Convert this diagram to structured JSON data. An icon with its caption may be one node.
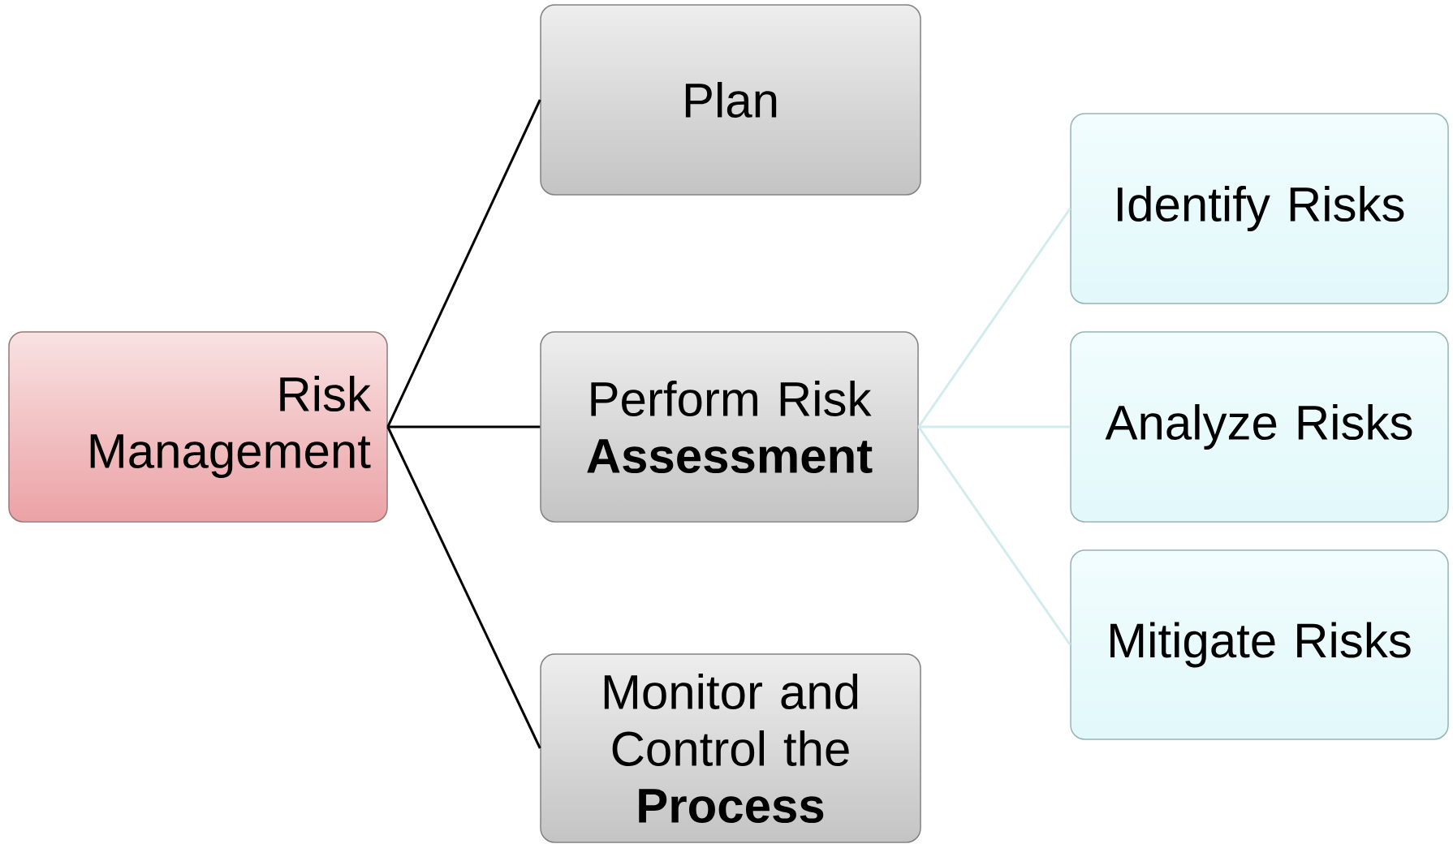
{
  "diagram": {
    "nodes": [
      {
        "text": [
          "Risk Management"
        ]
      },
      {
        "text": [
          "Plan"
        ]
      },
      {
        "text": [
          "Perform Risk **Assessment**"
        ]
      },
      {
        "text": [
          "Monitor and Control the **Process**"
        ]
      },
      {
        "text": [
          "Identify Risks"
        ]
      },
      {
        "text": [
          "Analyze Risks"
        ]
      },
      {
        "text": [
          "Mitigate Risks"
        ]
      }
    ],
    "edges": [
      {
        "from": 0,
        "to": 1,
        "arrow": "none"
      },
      {
        "from": 0,
        "to": 2,
        "arrow": "none"
      },
      {
        "from": 0,
        "to": 3,
        "arrow": "none"
      },
      {
        "from": 2,
        "to": 4,
        "arrow": "none",
        "color": "#d2ecee"
      },
      {
        "from": 2,
        "to": 5,
        "arrow": "none",
        "color": "#d2ecee"
      },
      {
        "from": 2,
        "to": 6,
        "arrow": "none",
        "color": "#d2ecee"
      }
    ]
  }
}
